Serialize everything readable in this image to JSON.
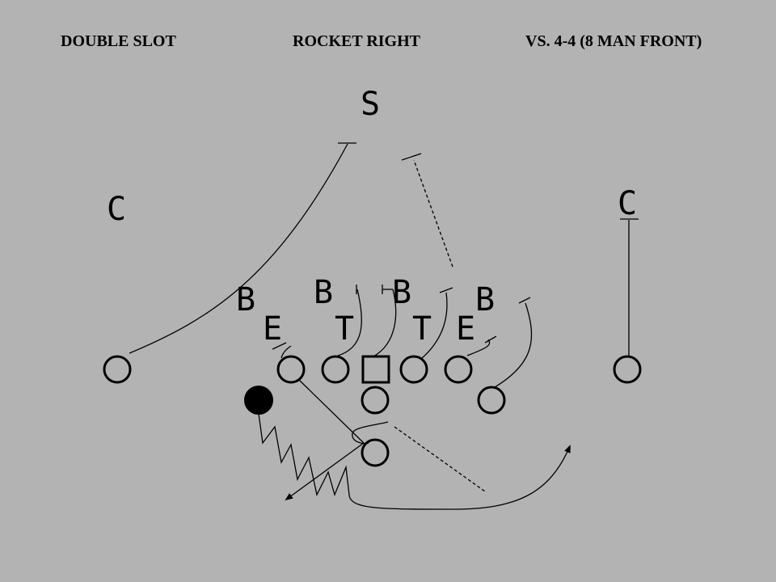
{
  "header": {
    "formation": "DOUBLE SLOT",
    "play": "ROCKET RIGHT",
    "defense": "VS. 4-4 (8 MAN FRONT)"
  },
  "defense_labels": {
    "safety": "S",
    "corner_left": "C",
    "corner_right": "C",
    "backer_1": "B",
    "backer_2": "B",
    "backer_3": "B",
    "backer_4": "B",
    "end_left": "E",
    "tackle_left": "T",
    "tackle_right": "T",
    "end_right": "E"
  },
  "colors": {
    "background": "#b3b3b3",
    "ink": "#000000"
  }
}
